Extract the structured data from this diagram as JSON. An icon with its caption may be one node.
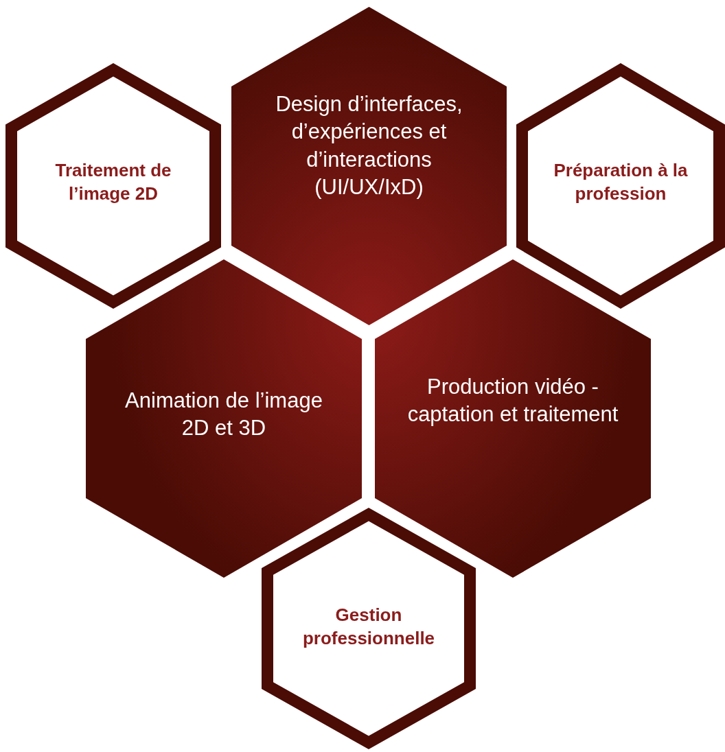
{
  "diagram": {
    "nodes": [
      {
        "text": [
          "Traitement de l’image 2D"
        ]
      },
      {
        "text": [
          "Design d’interfaces, d’expériences et d’interactions (UI/UX/IxD)"
        ]
      },
      {
        "text": [
          "Préparation à la profession"
        ]
      },
      {
        "text": [
          "Animation de l’image 2D et 3D"
        ]
      },
      {
        "text": [
          "Production vidéo - captation et traitement"
        ]
      },
      {
        "text": [
          "Gestion professionnelle"
        ]
      }
    ]
  }
}
